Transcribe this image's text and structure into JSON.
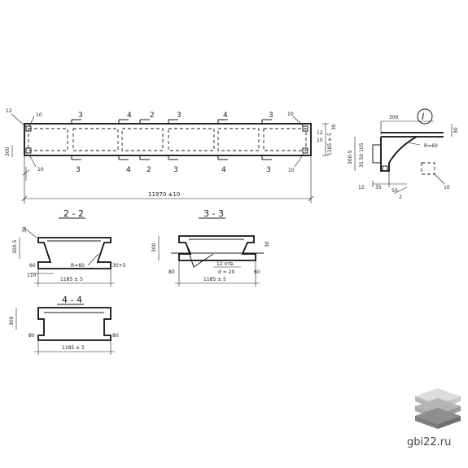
{
  "plan": {
    "length_dim": "11970 ±10",
    "width_dim": "1185 ± 5",
    "height_dim": "300",
    "dim_30": "30",
    "left_marks": [
      "12",
      "10",
      "10"
    ],
    "right_marks": [
      "10",
      "12",
      "10",
      "10"
    ],
    "top_sections": [
      "3",
      "4",
      "2",
      "3",
      "4",
      "3"
    ],
    "bottom_sections": [
      "3",
      "4",
      "2",
      "3",
      "4",
      "3"
    ]
  },
  "detail_I": {
    "callout": "I",
    "dim_300": "300",
    "dim_30": "30",
    "radius": "R=60",
    "height_dim": "300-5",
    "side_dims": "35 50 105",
    "left_mark": "12",
    "bottom_dim_1": "35",
    "bottom_dim_2": "50",
    "bottom_dim_3": "2",
    "right_mark": "10"
  },
  "section_2_2": {
    "title": "2 - 2",
    "height": "300-5",
    "dim_30": "30",
    "left_60": "60",
    "left_110": "110",
    "radius": "R=60",
    "tol": "30+5",
    "width": "1185 ± 5"
  },
  "section_3_3": {
    "title": "3 - 3",
    "height": "300",
    "dim_30": "30",
    "hole_note": "12 отв.",
    "hole_d": "d = 20",
    "left_80": "80",
    "right_60": "60",
    "width": "1185 ± 5"
  },
  "section_4_4": {
    "title": "4 - 4",
    "height": "300",
    "left_80": "80",
    "right_80": "80",
    "width": "1185 ± 5"
  },
  "watermark": {
    "site": "gbi22.ru",
    "colors": {
      "top": "#dcdcdc",
      "mid": "#b5b5b5",
      "bottom": "#8e8e8e"
    }
  }
}
